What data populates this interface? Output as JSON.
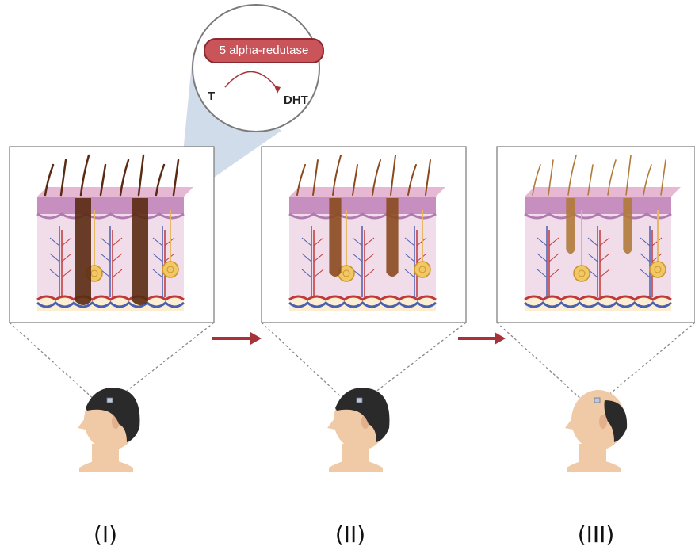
{
  "stages": [
    {
      "label": "(I)",
      "hair_color": "#5a2a12",
      "follicle_size": "large",
      "head": "full-hair"
    },
    {
      "label": "(II)",
      "hair_color": "#8a4a1e",
      "follicle_size": "medium",
      "head": "full-hair"
    },
    {
      "label": "(III)",
      "hair_color": "#b07a3a",
      "follicle_size": "small",
      "head": "balding"
    }
  ],
  "callout": {
    "enzyme": "5 alpha-redutase",
    "substrate": "T",
    "product": "DHT"
  },
  "colors": {
    "enzyme_fill": "#c9545a",
    "enzyme_stroke": "#8a2a30",
    "arrow": "#a8323a",
    "dermis": "#f1dcea",
    "epidermis_top": "#e7b8d4",
    "epidermis_band": "#c78fbf",
    "skin_tone": "#f0c9a6",
    "dark_hair": "#2a2a2a",
    "fat_layer": "#fbeed2",
    "artery": "#c03a3a",
    "vein": "#4a5fb0"
  },
  "icons": [
    "transition-arrow-icon",
    "reaction-arrow-icon",
    "gland-icon"
  ]
}
